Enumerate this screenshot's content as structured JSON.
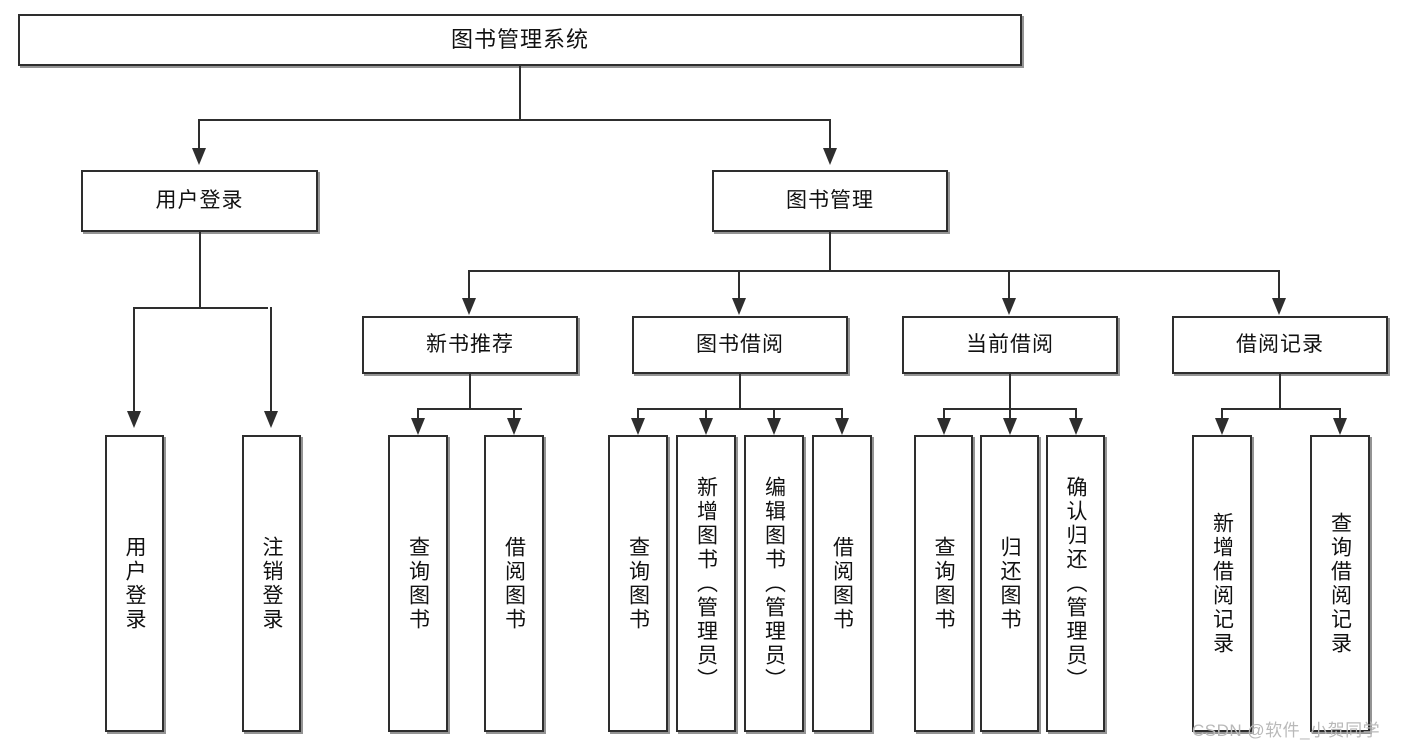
{
  "diagram": {
    "type": "tree-hierarchy",
    "title": "图书管理系统",
    "root": {
      "id": "root",
      "label": "图书管理系统"
    },
    "level2": [
      {
        "id": "user-login",
        "label": "用户登录"
      },
      {
        "id": "book-manage",
        "label": "图书管理"
      }
    ],
    "level3": [
      {
        "id": "new-book-recommend",
        "label": "新书推荐",
        "parent": "book-manage"
      },
      {
        "id": "book-borrow",
        "label": "图书借阅",
        "parent": "book-manage"
      },
      {
        "id": "current-borrow",
        "label": "当前借阅",
        "parent": "book-manage"
      },
      {
        "id": "borrow-record",
        "label": "借阅记录",
        "parent": "book-manage"
      }
    ],
    "leaves": [
      {
        "id": "leaf-user-login",
        "label": "用户登录",
        "parent": "user-login"
      },
      {
        "id": "leaf-user-logout",
        "label": "注销登录",
        "parent": "user-login"
      },
      {
        "id": "leaf-query-book-1",
        "label": "查询图书",
        "parent": "new-book-recommend"
      },
      {
        "id": "leaf-borrow-book-1",
        "label": "借阅图书",
        "parent": "new-book-recommend"
      },
      {
        "id": "leaf-query-book-2",
        "label": "查询图书",
        "parent": "book-borrow"
      },
      {
        "id": "leaf-add-book",
        "label": "新增图书（管理员）",
        "parent": "book-borrow"
      },
      {
        "id": "leaf-edit-book",
        "label": "编辑图书（管理员）",
        "parent": "book-borrow"
      },
      {
        "id": "leaf-borrow-book-2",
        "label": "借阅图书",
        "parent": "book-borrow"
      },
      {
        "id": "leaf-query-book-3",
        "label": "查询图书",
        "parent": "current-borrow"
      },
      {
        "id": "leaf-return-book",
        "label": "归还图书",
        "parent": "current-borrow"
      },
      {
        "id": "leaf-confirm-return",
        "label": "确认归还（管理员）",
        "parent": "current-borrow"
      },
      {
        "id": "leaf-add-record",
        "label": "新增借阅记录",
        "parent": "borrow-record"
      },
      {
        "id": "leaf-query-record",
        "label": "查询借阅记录",
        "parent": "borrow-record"
      }
    ],
    "watermark": "CSDN @软件_小贺同学",
    "colors": {
      "stroke": "#2e2e2e",
      "box_fill": "#ffffff",
      "text": "#111111",
      "background": "#ffffff",
      "watermark": "#b9b9b9"
    }
  }
}
